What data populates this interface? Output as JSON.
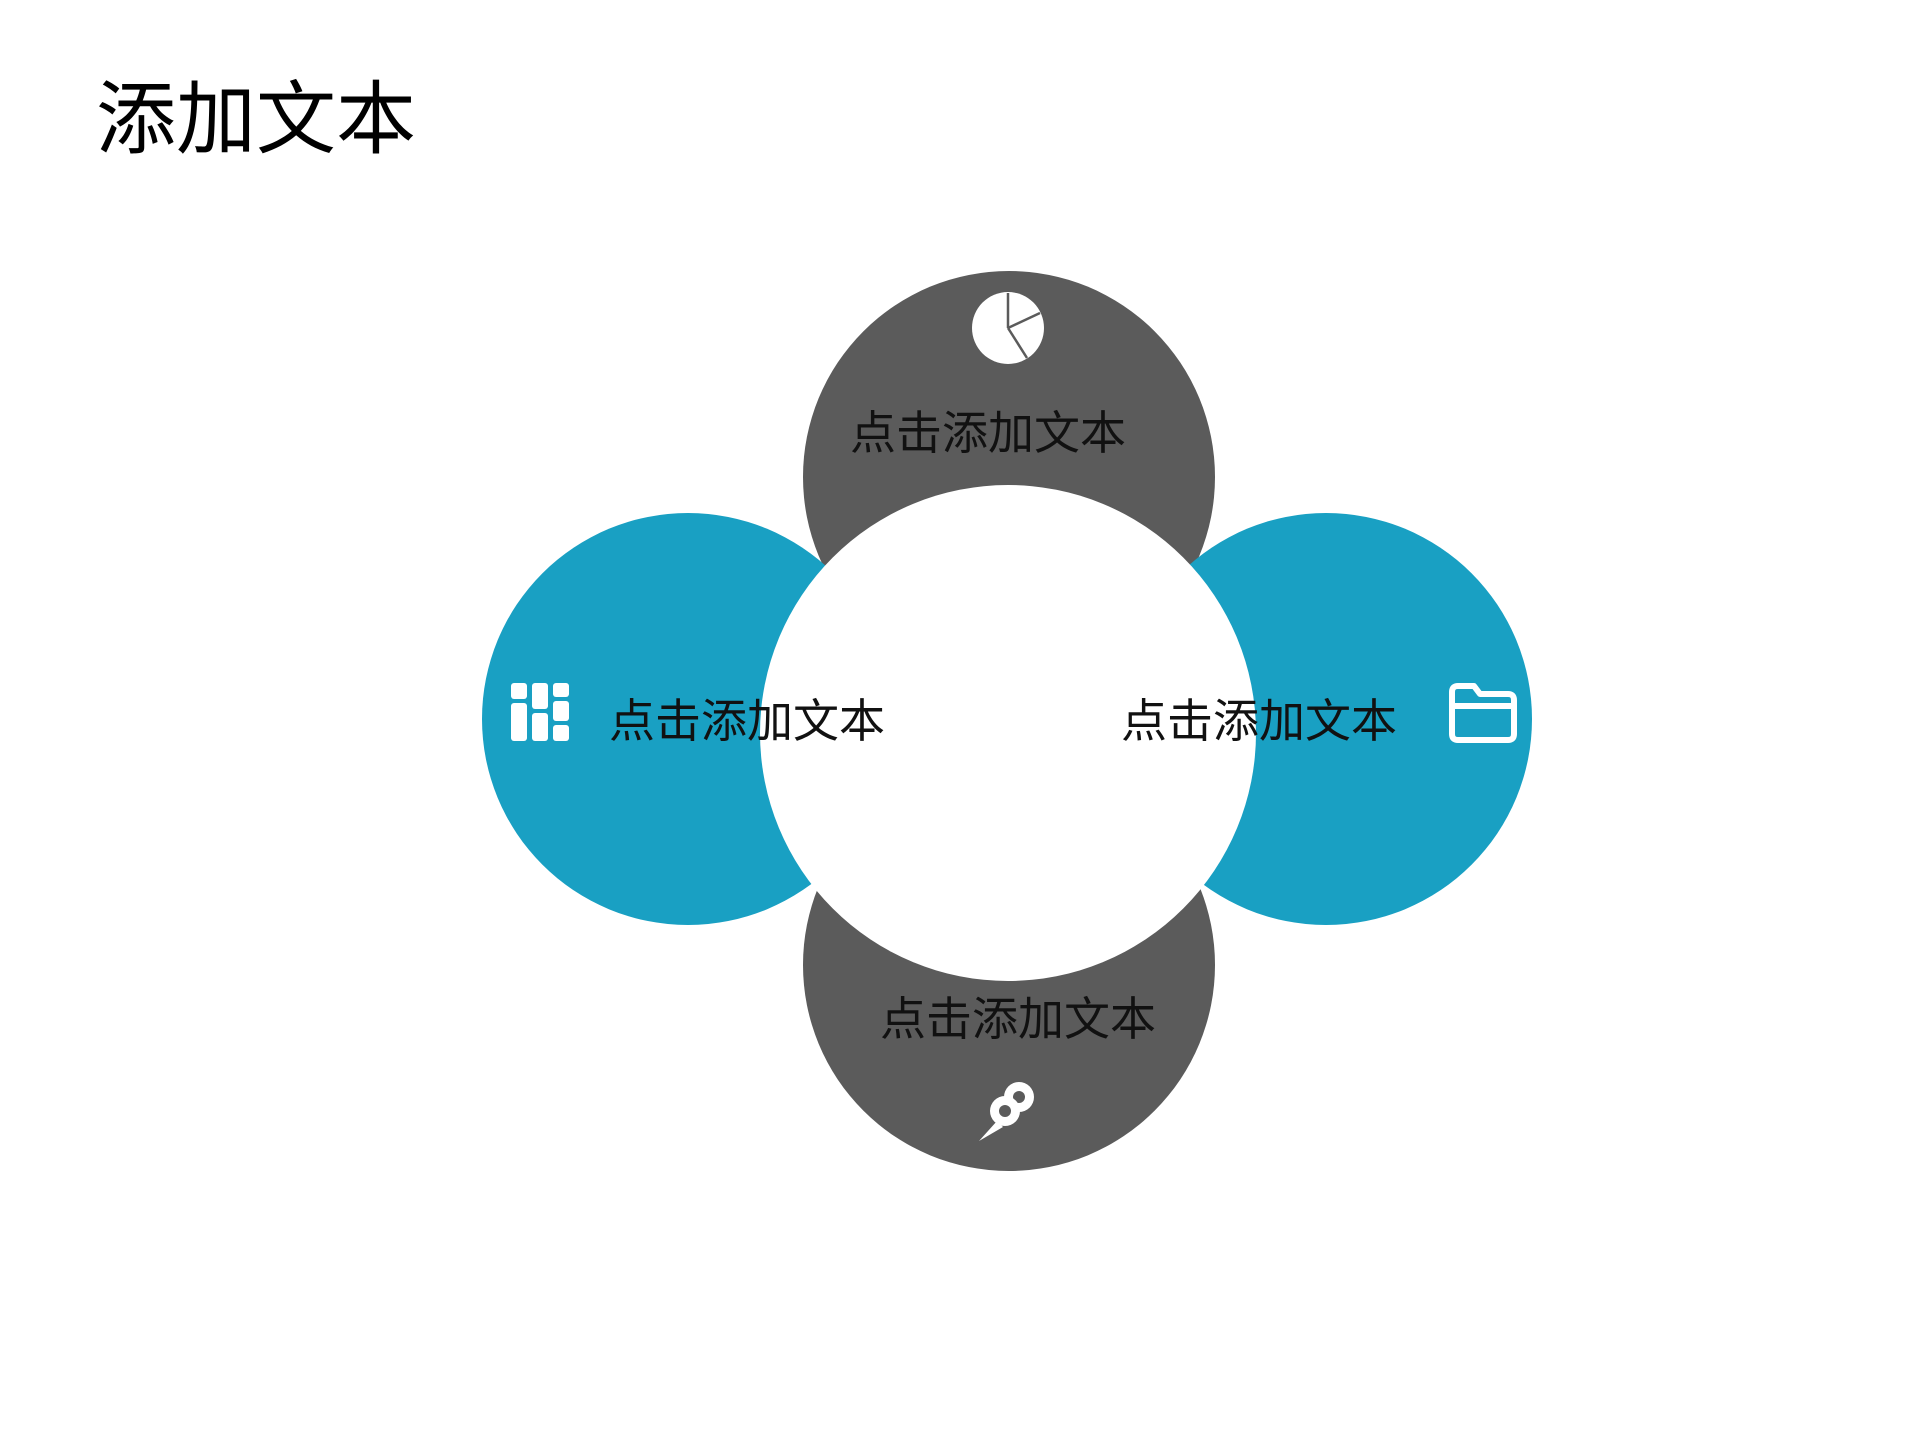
{
  "title": "添加文本",
  "colors": {
    "gray": "#5b5b5b",
    "blue": "#19a0c3",
    "center": "#ffffff",
    "icon": "#ffffff"
  },
  "nodes": [
    {
      "id": "top",
      "label": "点击添加文本",
      "color": "gray",
      "icon": "pie-chart-icon"
    },
    {
      "id": "left",
      "label": "点击添加文本",
      "color": "blue",
      "icon": "grid-icon"
    },
    {
      "id": "right",
      "label": "点击添加文本",
      "color": "blue",
      "icon": "folder-icon"
    },
    {
      "id": "bottom",
      "label": "点击添加文本",
      "color": "gray",
      "icon": "link-pin-icon"
    }
  ]
}
